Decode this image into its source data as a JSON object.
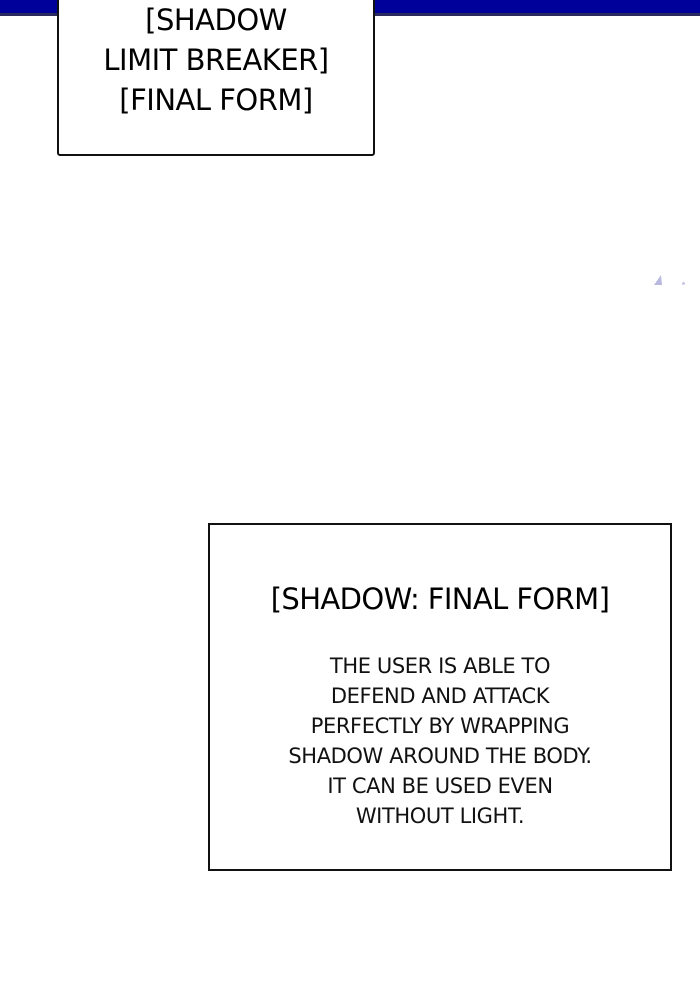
{
  "top_band": {
    "color": "#00009a"
  },
  "skill_name_box": {
    "lines": [
      "[SHADOW",
      "LIMIT BREAKER]",
      "[FINAL FORM]"
    ]
  },
  "skill_description_box": {
    "title": "[SHADOW: FINAL FORM]",
    "body_lines": [
      "THE USER IS ABLE TO",
      "DEFEND AND ATTACK",
      "PERFECTLY BY WRAPPING",
      "SHADOW AROUND THE BODY.",
      "IT CAN BE USED EVEN",
      "WITHOUT LIGHT."
    ]
  },
  "colors": {
    "background": "#ffffff",
    "border": "#111111",
    "text": "#000000",
    "sparkle": "#b9b9e0"
  }
}
